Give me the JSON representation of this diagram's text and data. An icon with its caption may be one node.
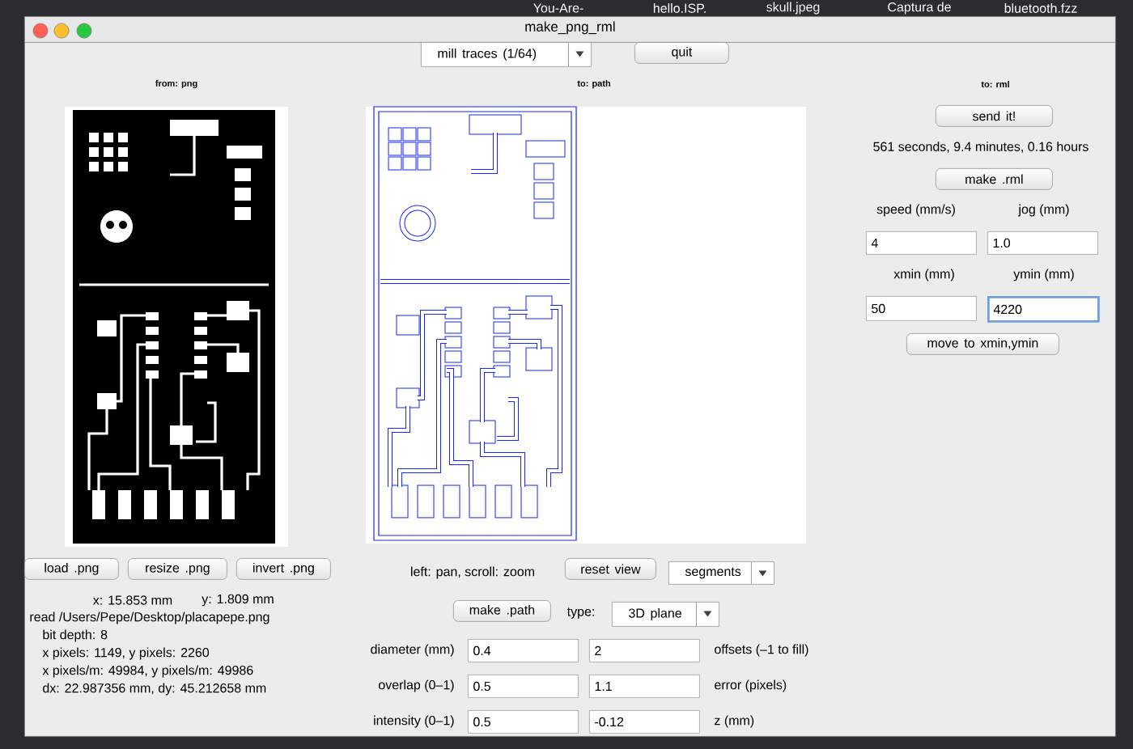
{
  "diagram": {
    "nodes": [
      {
        "text": [
          "make_png_rml"
        ]
      },
      {
        "text": [
          "mill traces (1/64)"
        ],
        "in": 0
      },
      {
        "text": [
          "quit"
        ],
        "in": 0
      },
      {
        "text": [
          "send it!"
        ],
        "in": 0
      },
      {
        "text": [
          "make .rml"
        ],
        "in": 0
      },
      {
        "text": [
          "4"
        ],
        "in": 0
      },
      {
        "text": [
          "1.0"
        ],
        "in": 0
      },
      {
        "text": [
          "50"
        ],
        "in": 0
      },
      {
        "text": [
          "4220"
        ],
        "in": 0
      },
      {
        "text": [
          "move to xmin,ymin"
        ],
        "in": 0
      },
      {
        "text": [
          "load .png"
        ],
        "in": 0
      },
      {
        "text": [
          "resize .png"
        ],
        "in": 0
      },
      {
        "text": [
          "invert .png"
        ],
        "in": 0
      },
      {
        "text": [
          "reset view"
        ],
        "in": 0
      },
      {
        "text": [
          "segments"
        ],
        "in": 0
      },
      {
        "text": [
          "make .path"
        ],
        "in": 0
      },
      {
        "text": [
          "3D plane"
        ],
        "in": 0
      },
      {
        "text": [
          "0.4"
        ],
        "in": 0
      },
      {
        "text": [
          "2"
        ],
        "in": 0
      },
      {
        "text": [
          "0.5"
        ],
        "in": 0
      },
      {
        "text": [
          "1.1"
        ],
        "in": 0
      },
      {
        "text": [
          "0.5"
        ],
        "in": 0
      },
      {
        "text": [
          "-0.12"
        ],
        "in": 0
      }
    ],
    "labels": [
      "You-Are-",
      "hello.ISP.",
      "skull.jpeg",
      "Captura de",
      "bluetooth.fzz",
      "from: png",
      "to: path",
      "to: rml",
      "561 seconds, 9.4 minutes, 0.16 hours",
      "speed (mm/s)",
      "jog (mm)",
      "xmin (mm)",
      "ymin (mm)",
      "x: 15.853 mm",
      "y: 1.809 mm",
      "read /Users/Pepe/Desktop/placapepe.png",
      "bit depth: 8",
      "x pixels: 1149, y pixels: 2260",
      "x pixels/m: 49984, y pixels/m: 49986",
      "dx: 22.987356 mm, dy: 45.212658 mm",
      "left: pan, scroll: zoom",
      "type:",
      "diameter (mm)",
      "offsets (–1 to fill)",
      "overlap (0–1)",
      "error (pixels)",
      "intensity (0–1)",
      "z (mm)"
    ]
  }
}
